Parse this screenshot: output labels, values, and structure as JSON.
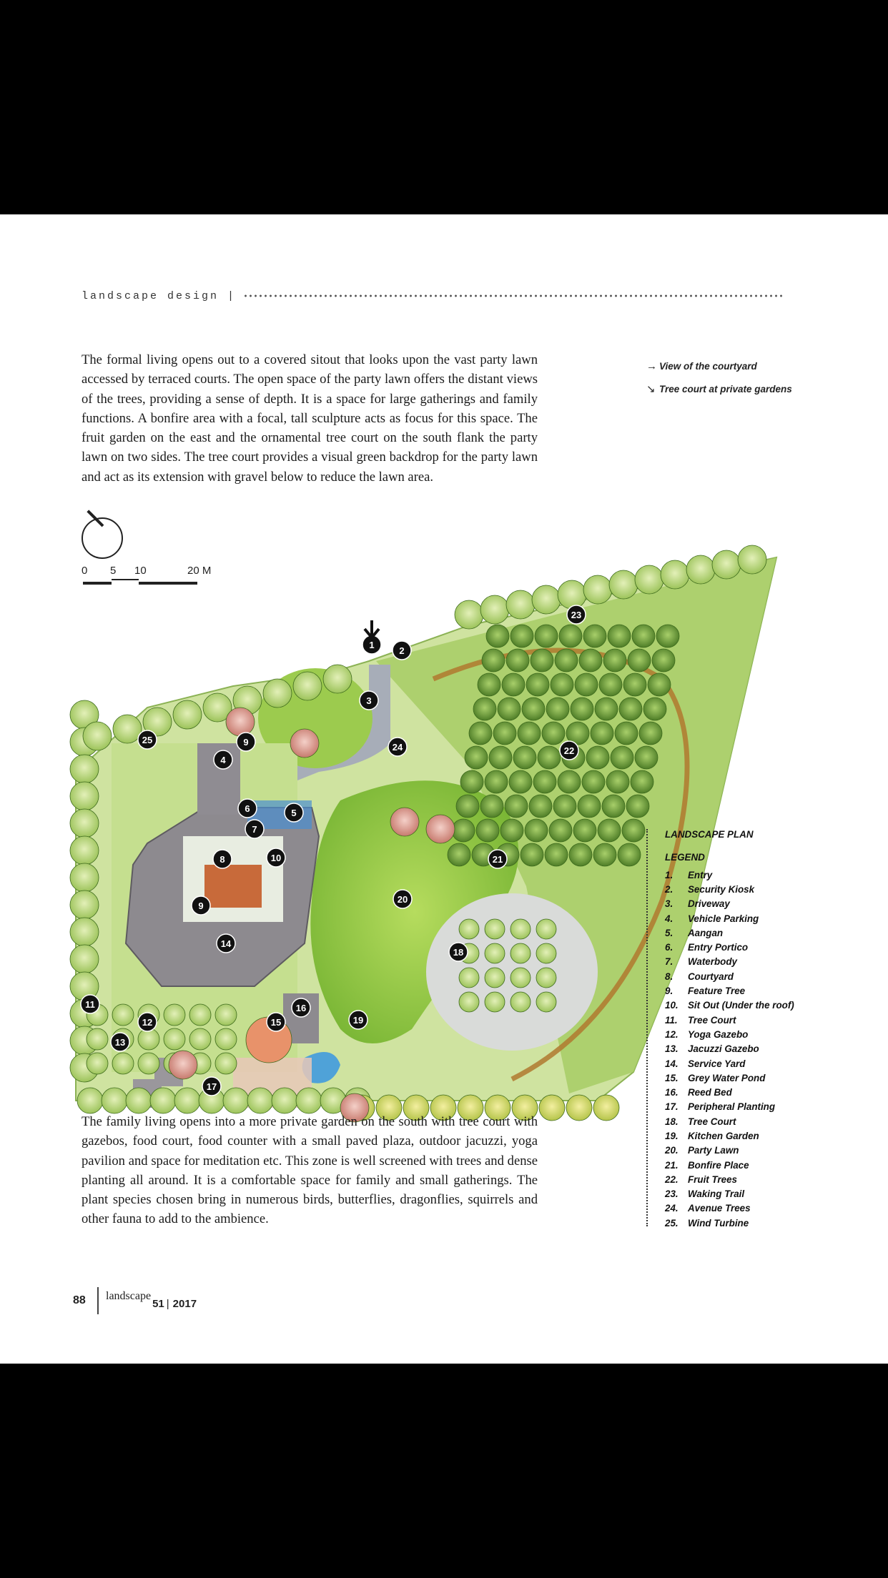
{
  "header": {
    "label": "landscape design |"
  },
  "paragraphs": {
    "top": "The formal living opens out to a covered sitout that looks upon the vast party lawn accessed by terraced courts. The open space of the party lawn offers the distant views of the trees, providing a sense of depth. It is a space for large gatherings and family functions. A bonfire area with a focal, tall sculpture acts as focus for this space. The fruit garden on the east and the ornamental tree court on the south flank the party lawn on two sides. The tree court provides a visual green backdrop for the party lawn and act as its extension with gravel below to reduce the lawn area.",
    "bottom": "The family living opens into a more private garden on the south with tree court with gazebos, food court, food counter with a small paved plaza, outdoor jacuzzi, yoga pavilion and space for meditation etc. This zone is well screened with trees and dense planting all around. It is a comfortable space for family and small gatherings. The plant species chosen bring in numerous birds, butterflies, dragonflies, squirrels and other fauna to add to the ambience."
  },
  "captions": [
    {
      "arrow": "→",
      "text": "View of the courtyard"
    },
    {
      "arrow": "↘",
      "text": "Tree court at private gardens"
    }
  ],
  "scale": {
    "t0": "0",
    "t1": "5",
    "t2": "10",
    "t3": "20 M"
  },
  "legend": {
    "title": "LANDSCAPE PLAN",
    "subtitle": "LEGEND",
    "items": [
      {
        "num": "1.",
        "label": "Entry"
      },
      {
        "num": "2.",
        "label": "Security Kiosk"
      },
      {
        "num": "3.",
        "label": "Driveway"
      },
      {
        "num": "4.",
        "label": "Vehicle Parking"
      },
      {
        "num": "5.",
        "label": "Aangan"
      },
      {
        "num": "6.",
        "label": "Entry Portico"
      },
      {
        "num": "7.",
        "label": "Waterbody"
      },
      {
        "num": "8.",
        "label": "Courtyard"
      },
      {
        "num": "9.",
        "label": "Feature Tree"
      },
      {
        "num": "10.",
        "label": "Sit Out (Under the roof)"
      },
      {
        "num": "11.",
        "label": "Tree Court"
      },
      {
        "num": "12.",
        "label": "Yoga Gazebo"
      },
      {
        "num": "13.",
        "label": "Jacuzzi Gazebo"
      },
      {
        "num": "14.",
        "label": "Service Yard"
      },
      {
        "num": "15.",
        "label": "Grey Water Pond"
      },
      {
        "num": "16.",
        "label": "Reed Bed"
      },
      {
        "num": "17.",
        "label": "Peripheral Planting"
      },
      {
        "num": "18.",
        "label": "Tree Court"
      },
      {
        "num": "19.",
        "label": "Kitchen Garden"
      },
      {
        "num": "20.",
        "label": "Party Lawn"
      },
      {
        "num": "21.",
        "label": "Bonfire Place"
      },
      {
        "num": "22.",
        "label": "Fruit Trees"
      },
      {
        "num": "23.",
        "label": "Waking Trail"
      },
      {
        "num": "24.",
        "label": "Avenue Trees"
      },
      {
        "num": "25.",
        "label": "Wind Turbine"
      }
    ]
  },
  "plan_markers": [
    "1",
    "2",
    "3",
    "4",
    "5",
    "6",
    "7",
    "8",
    "9",
    "9",
    "10",
    "11",
    "12",
    "13",
    "14",
    "15",
    "16",
    "17",
    "18",
    "19",
    "20",
    "21",
    "22",
    "23",
    "24",
    "25"
  ],
  "footer": {
    "page": "88",
    "magazine": "landscape",
    "issue_num": "51",
    "year_sep": "|",
    "year": "2017"
  },
  "colors": {
    "lawn": "#8dc63f",
    "tree_dark": "#5f8f2e",
    "tree_light": "#b9d77a",
    "roof": "#8d8a8f",
    "trail": "#b0792f",
    "pink_tree": "#e29a8f"
  }
}
